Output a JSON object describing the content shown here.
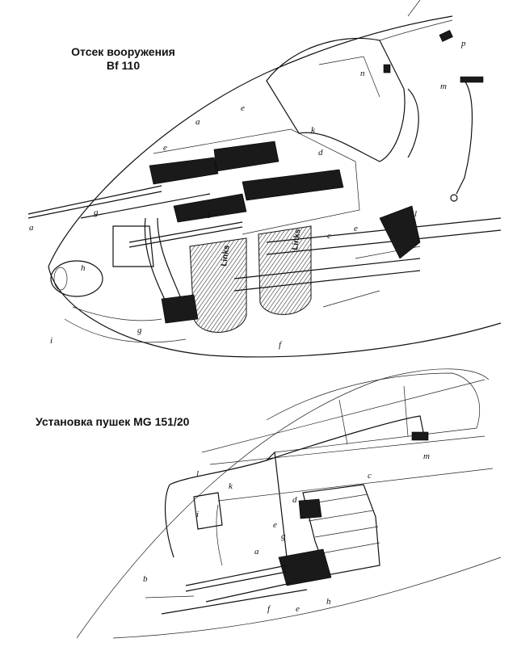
{
  "captions": {
    "top_line1": "Отсек вооружения",
    "top_line2": "Bf 110",
    "bottom": "Установка пушек MG 151/20"
  },
  "top_labels": {
    "a1": "a",
    "a2": "a",
    "b": "b",
    "c": "c",
    "d": "d",
    "e1": "e",
    "e2": "e",
    "e3": "e",
    "f": "f",
    "g1": "g",
    "g2": "g",
    "h": "h",
    "i": "i",
    "k": "k",
    "l": "l",
    "m": "m",
    "n": "n",
    "p": "p",
    "links1": "Links",
    "links2": "Links"
  },
  "bottom_labels": {
    "a": "a",
    "b": "b",
    "c": "c",
    "d": "d",
    "e1": "e",
    "e2": "e",
    "f": "f",
    "g": "g",
    "h": "h",
    "i": "i",
    "k": "k",
    "l": "l",
    "m": "m"
  }
}
